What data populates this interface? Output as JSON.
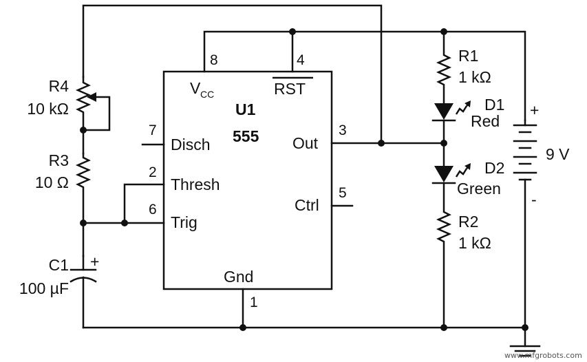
{
  "ic": {
    "name": "U1",
    "part": "555",
    "vcc_label": "V",
    "vcc_sub": "CC",
    "rst_label": "RST",
    "pins": {
      "vcc": "8",
      "rst": "4",
      "disch": "7",
      "thresh": "2",
      "trig": "6",
      "out": "3",
      "ctrl": "5",
      "gnd": "1"
    },
    "labels": {
      "disch": "Disch",
      "thresh": "Thresh",
      "trig": "Trig",
      "out": "Out",
      "ctrl": "Ctrl",
      "gnd": "Gnd"
    }
  },
  "components": {
    "r4": {
      "ref": "R4",
      "value": "10 kΩ"
    },
    "r3": {
      "ref": "R3",
      "value": "10 Ω"
    },
    "c1": {
      "ref": "C1",
      "value": "100 µF",
      "polarity": "+"
    },
    "r1": {
      "ref": "R1",
      "value": "1 kΩ"
    },
    "d1": {
      "ref": "D1",
      "value": "Red"
    },
    "d2": {
      "ref": "D2",
      "value": "Green"
    },
    "r2": {
      "ref": "R2",
      "value": "1 kΩ"
    },
    "battery": {
      "value": "9 V",
      "plus": "+",
      "minus": "-"
    }
  },
  "watermark": "www.mfgrobots.com"
}
